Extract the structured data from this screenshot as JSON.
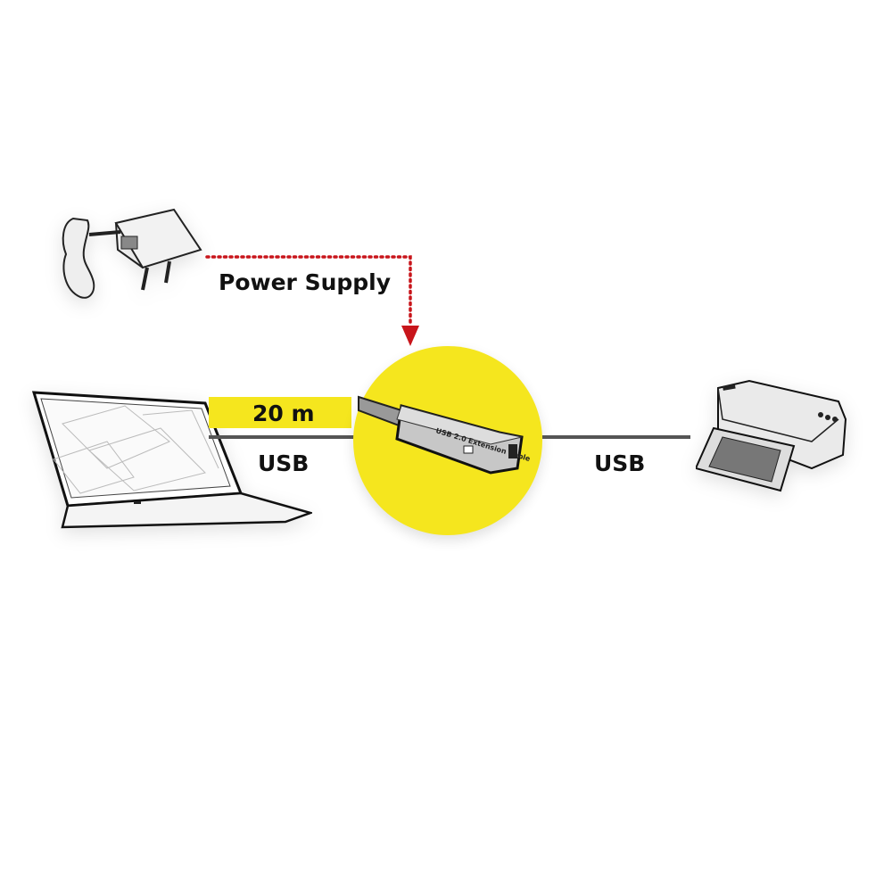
{
  "labels": {
    "power_supply": "Power Supply",
    "length": "20 m",
    "usb_left": "USB",
    "usb_right": "USB"
  },
  "colors": {
    "highlight_yellow": "#f5e61e",
    "arrow_red": "#c8151b",
    "line_gray": "#555555"
  },
  "icons": {
    "power_adapter": "power-adapter-icon",
    "laptop": "laptop-icon",
    "extension_cable": "usb-extension-cable-icon",
    "printer": "printer-icon"
  }
}
